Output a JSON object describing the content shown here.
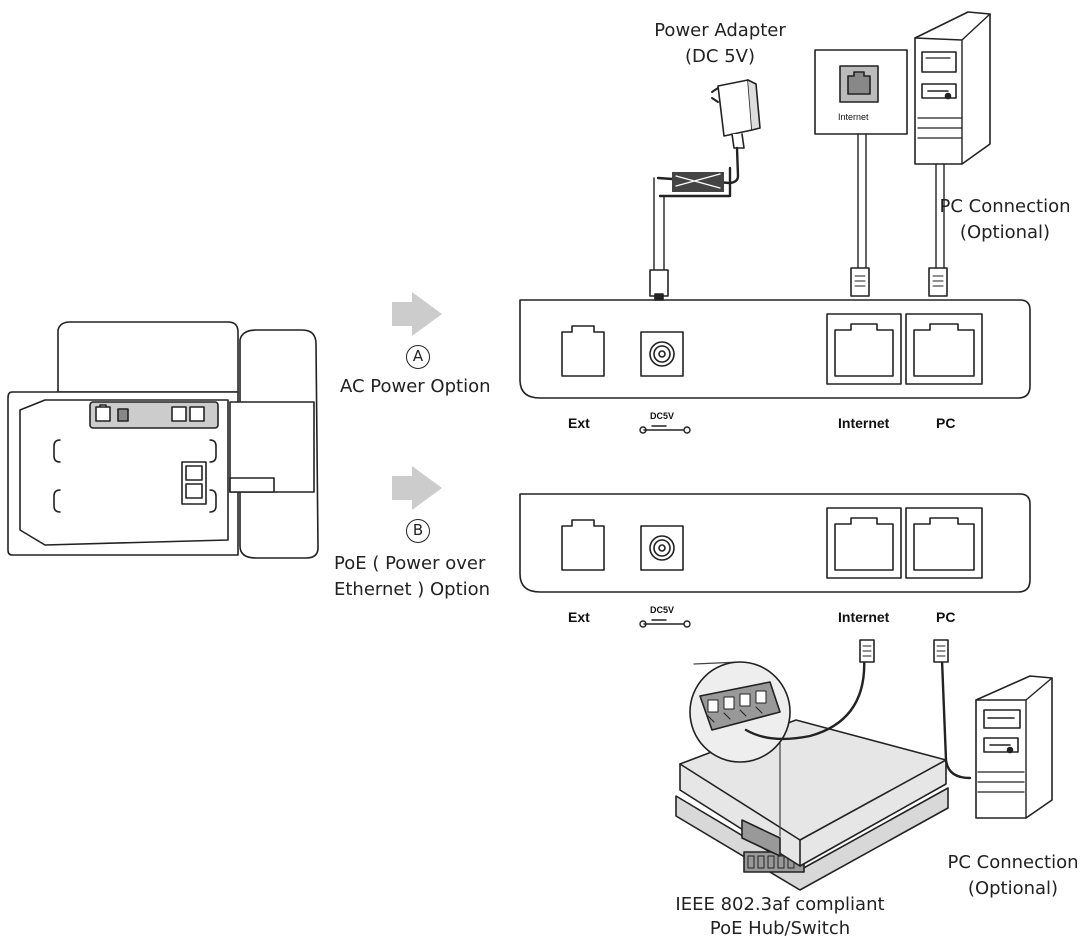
{
  "labels": {
    "power_adapter": "Power Adapter",
    "power_adapter_spec": "(DC 5V)",
    "wall_jack_text": "Internet",
    "pc_connection_top": "PC Connection",
    "pc_connection_top_note": "(Optional)",
    "pc_connection_bottom": "PC Connection",
    "pc_connection_bottom_note": "(Optional)",
    "option_a_letter": "A",
    "option_a_text": "AC Power Option",
    "option_b_letter": "B",
    "option_b_line1": "PoE ( Power over",
    "option_b_line2": "Ethernet ) Option",
    "switch_line1": "IEEE 802.3af compliant",
    "switch_line2": "PoE Hub/Switch"
  },
  "panel_top": {
    "ext": "Ext",
    "dc": "DC5V",
    "internet": "Internet",
    "pc": "PC"
  },
  "panel_bottom": {
    "ext": "Ext",
    "dc": "DC5V",
    "internet": "Internet",
    "pc": "PC"
  }
}
